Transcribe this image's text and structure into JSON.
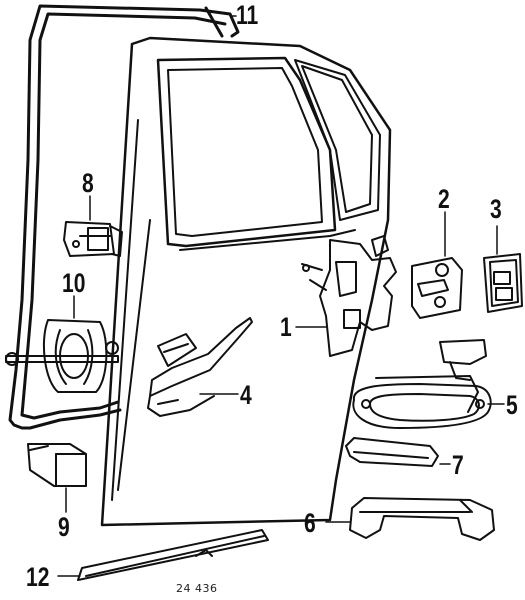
{
  "diagram": {
    "callouts": {
      "c1": "1",
      "c2": "2",
      "c3": "3",
      "c4": "4",
      "c5": "5",
      "c6": "6",
      "c7": "7",
      "c8": "8",
      "c9": "9",
      "c10": "10",
      "c11": "11",
      "c12": "12"
    },
    "catalog_number": "24 436",
    "line_color": "#111111",
    "background": "#ffffff"
  }
}
